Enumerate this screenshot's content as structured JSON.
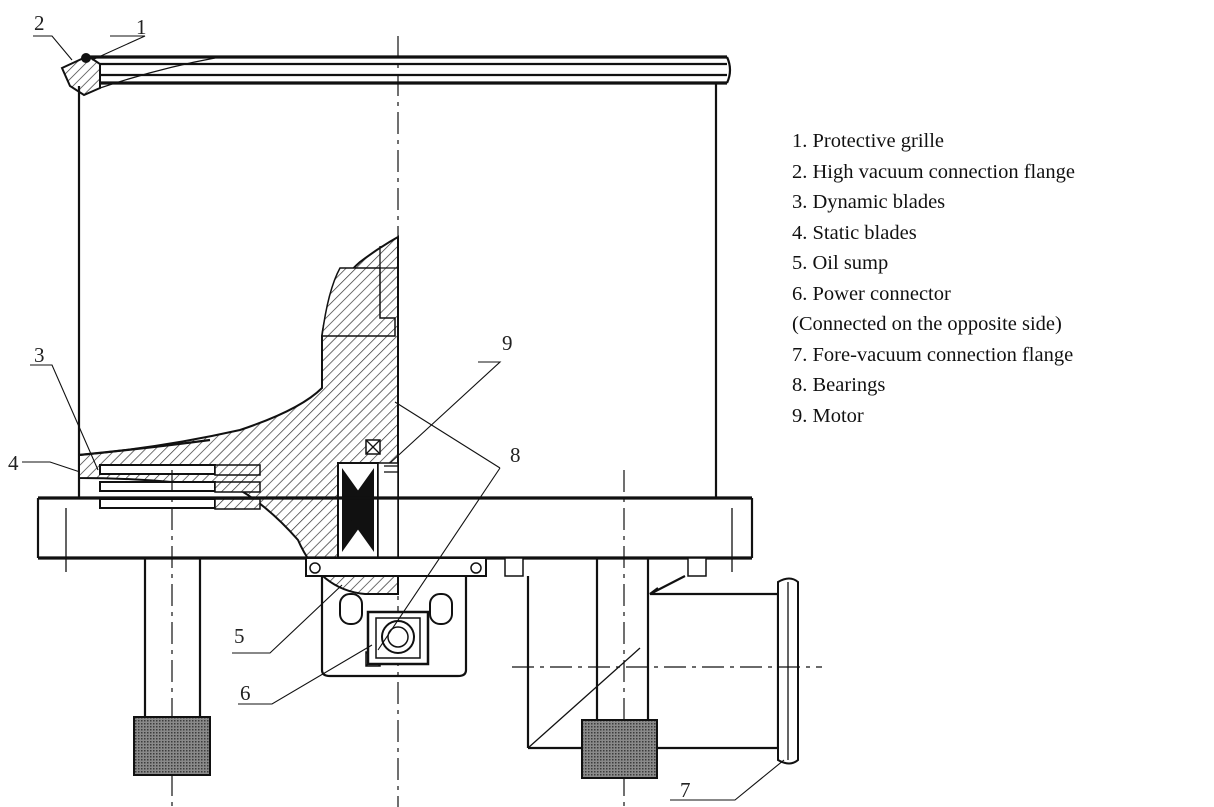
{
  "callouts": [
    "1",
    "2",
    "3",
    "4",
    "5",
    "6",
    "7",
    "8",
    "9"
  ],
  "legend": [
    "1. Protective grille",
    "2. High vacuum connection flange",
    "3. Dynamic blades",
    "4. Static blades",
    "5. Oil sump",
    "6. Power connector",
    "(Connected on the opposite side)",
    "7. Fore-vacuum connection flange",
    "8. Bearings",
    "9. Motor"
  ]
}
